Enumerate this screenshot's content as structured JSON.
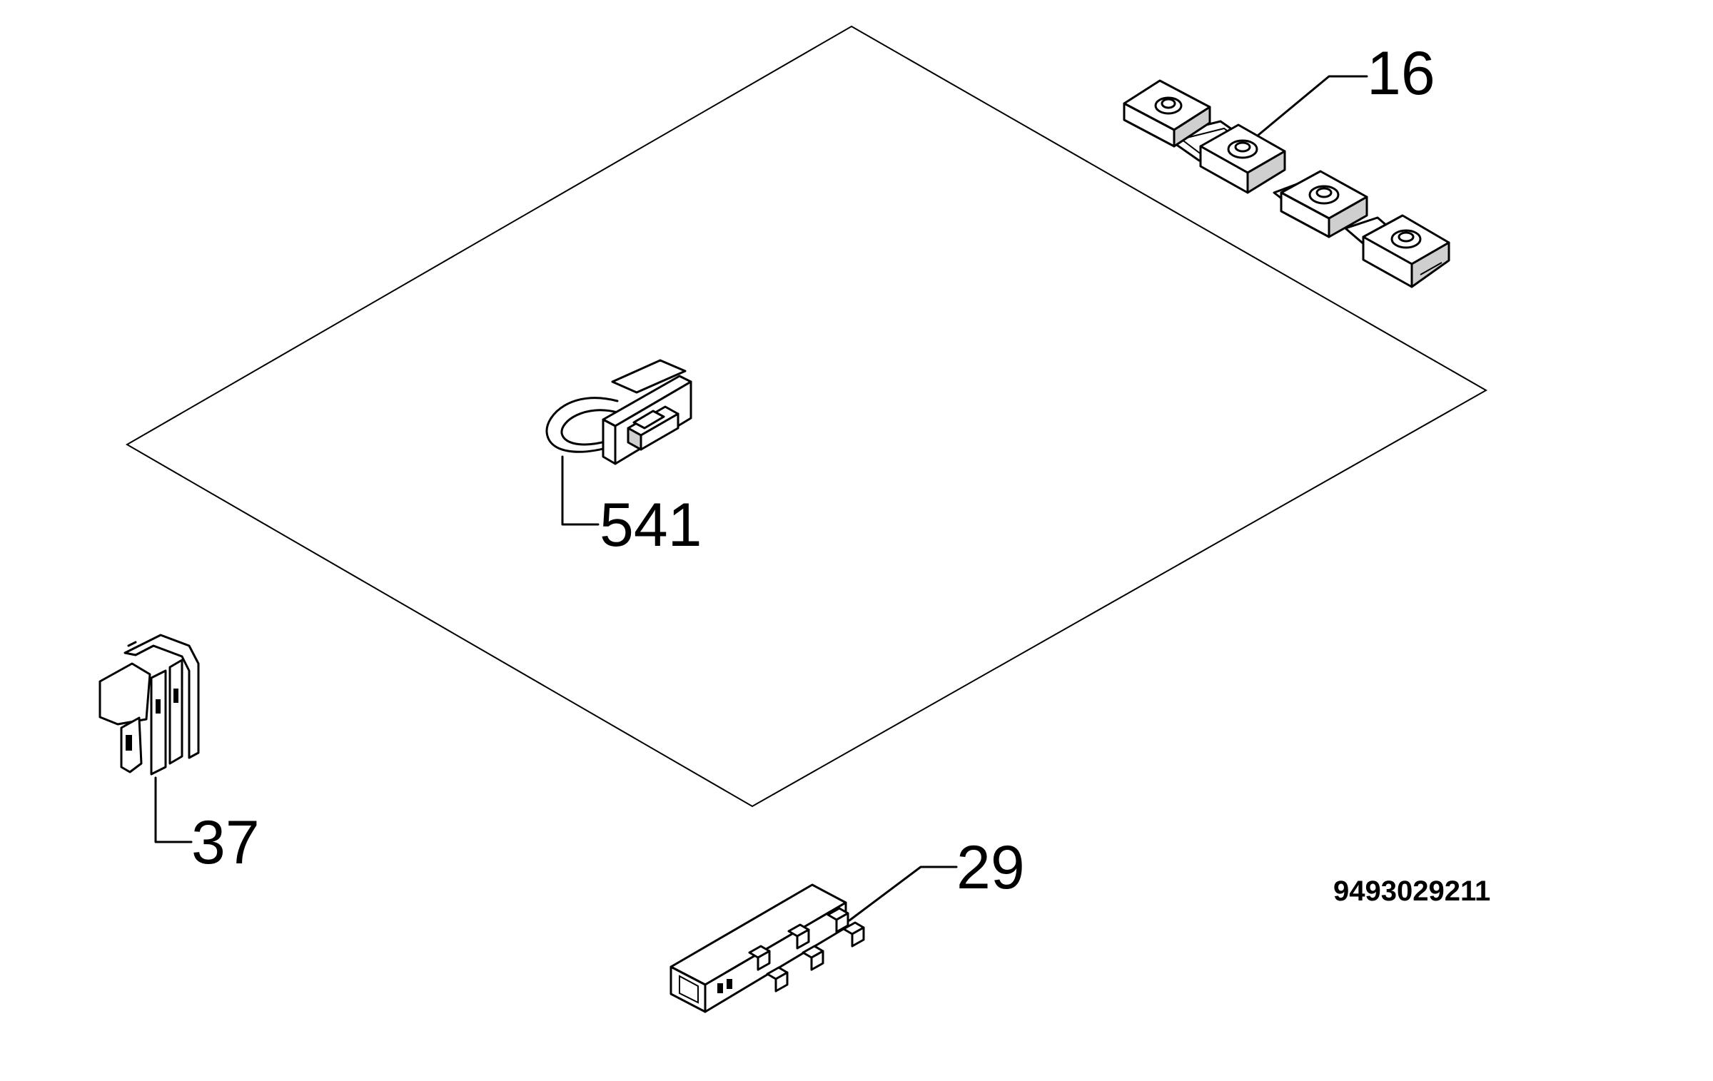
{
  "callouts": {
    "part_16": "16",
    "part_541": "541",
    "part_37": "37",
    "part_29": "29"
  },
  "document_number": "9493029211",
  "colors": {
    "line": "#000000",
    "background": "#ffffff",
    "shade": "#cfcfcf"
  }
}
